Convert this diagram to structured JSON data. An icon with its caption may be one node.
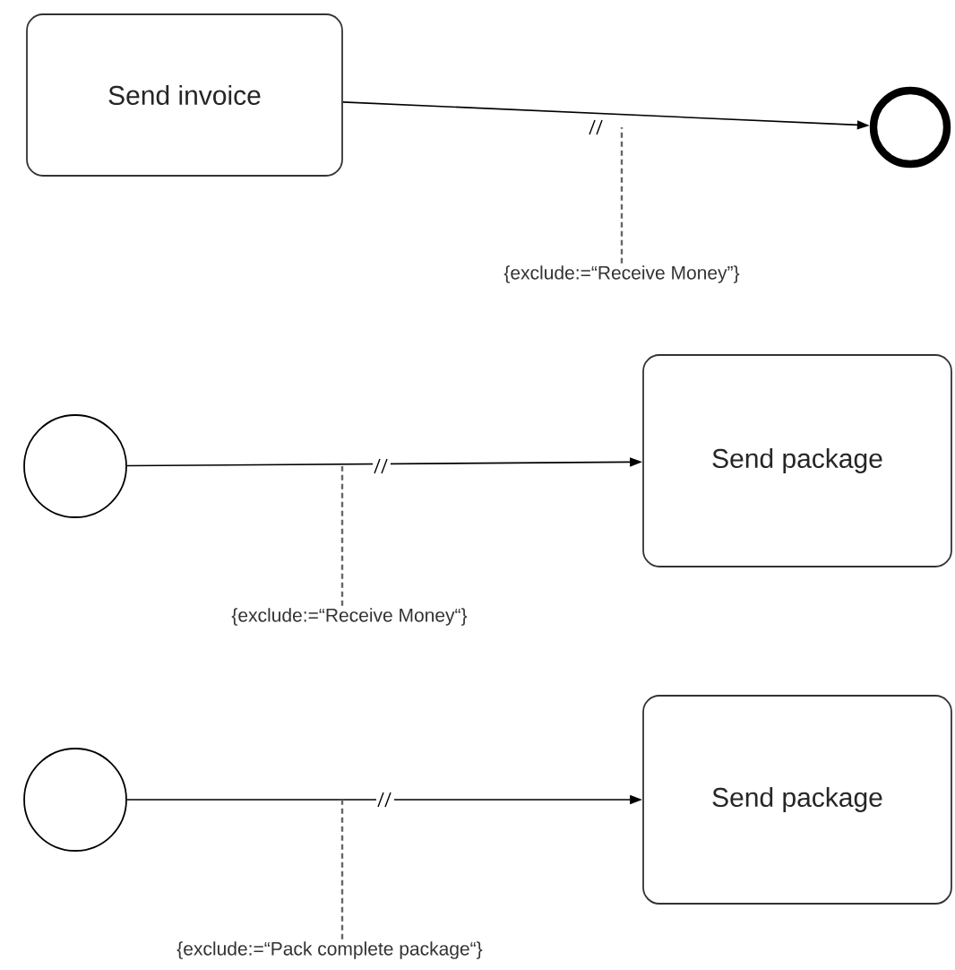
{
  "diagram": {
    "nodes": [
      {
        "text": [
          "Send invoice"
        ]
      },
      {
        "text": [],
        "shape": "circle"
      },
      {
        "text": [],
        "shape": "circle"
      },
      {
        "text": [
          "Send package"
        ]
      },
      {
        "text": [],
        "shape": "circle"
      },
      {
        "text": [
          "Send package"
        ]
      },
      {
        "text": [
          "{exclude:=“Receive Money”}"
        ]
      },
      {
        "text": [
          "{exclude:=“Receive Money“}"
        ]
      },
      {
        "text": [
          "{exclude:=“Pack complete package“}"
        ]
      }
    ],
    "edges": [
      {
        "from": 0,
        "to": 1,
        "arrow": "to"
      },
      {
        "from": 2,
        "to": 3,
        "arrow": "to"
      },
      {
        "from": 4,
        "to": 5,
        "arrow": "to"
      },
      {
        "from": 6,
        "to": null,
        "arrow": "none",
        "style": "dashed",
        "color": "#666666"
      },
      {
        "from": 7,
        "to": null,
        "arrow": "none",
        "style": "dashed",
        "color": "#666666"
      },
      {
        "from": 8,
        "to": null,
        "arrow": "none",
        "style": "dashed",
        "color": "#666666"
      }
    ]
  }
}
